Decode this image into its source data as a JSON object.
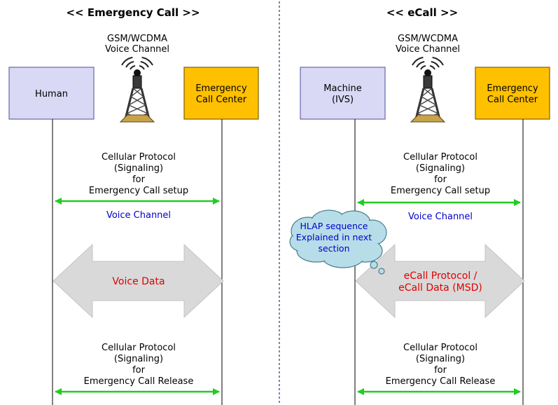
{
  "left_panel": {
    "title": "<< Emergency Call >>",
    "channel_label": [
      "GSM/WCDMA",
      "Voice Channel"
    ],
    "actor_a": [
      "Human"
    ],
    "actor_b": [
      "Emergency",
      "Call Center"
    ],
    "setup_label": [
      "Cellular Protocol",
      "(Signaling)",
      "for",
      "Emergency Call setup"
    ],
    "voice_channel_label": "Voice Channel",
    "data_label": [
      "Voice Data"
    ],
    "release_label": [
      "Cellular Protocol",
      "(Signaling)",
      "for",
      "Emergency Call Release"
    ]
  },
  "right_panel": {
    "title": "<< eCall >>",
    "channel_label": [
      "GSM/WCDMA",
      "Voice Channel"
    ],
    "actor_a": [
      "Machine",
      "(IVS)"
    ],
    "actor_b": [
      "Emergency",
      "Call Center"
    ],
    "setup_label": [
      "Cellular Protocol",
      "(Signaling)",
      "for",
      "Emergency Call setup"
    ],
    "voice_channel_label": "Voice Channel",
    "data_label": [
      "eCall Protocol /",
      "eCall Data (MSD)"
    ],
    "release_label": [
      "Cellular Protocol",
      "(Signaling)",
      "for",
      "Emergency Call Release"
    ],
    "callout": [
      "HLAP sequence",
      "Explained in next",
      "section"
    ]
  },
  "colors": {
    "actor_box_fill": "#d9d9f5",
    "actor_box_stroke": "#6666aa",
    "center_box_fill": "#ffc000",
    "center_box_stroke": "#806000",
    "signal_arrow": "#22cc22",
    "big_arrow_fill": "#d9d9d9",
    "voice_channel_text": "#0000cc",
    "data_text": "#e00000",
    "callout_fill": "#b7dde8",
    "callout_stroke": "#4a7f8f",
    "divider": "#1f3864"
  },
  "icons": {
    "tower": "radio-tower-icon"
  }
}
